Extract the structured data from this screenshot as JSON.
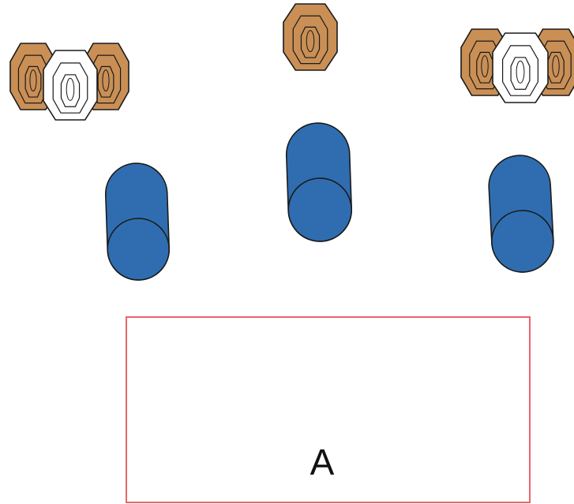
{
  "box": {
    "label": "A",
    "border_color": "#e8666d"
  },
  "colors": {
    "target_brown": "#c98f55",
    "target_white": "#ffffff",
    "barrel_blue": "#2f6db0",
    "outline": "#1a1a1a"
  },
  "groups": [
    {
      "name": "left",
      "targets": [
        "brown",
        "brown",
        "white"
      ]
    },
    {
      "name": "center",
      "targets": [
        "brown"
      ]
    },
    {
      "name": "right",
      "targets": [
        "brown",
        "brown",
        "white"
      ]
    }
  ],
  "barrels": [
    {
      "name": "left",
      "tilt_deg": -2
    },
    {
      "name": "center",
      "tilt_deg": -2
    },
    {
      "name": "right",
      "tilt_deg": -3
    }
  ]
}
